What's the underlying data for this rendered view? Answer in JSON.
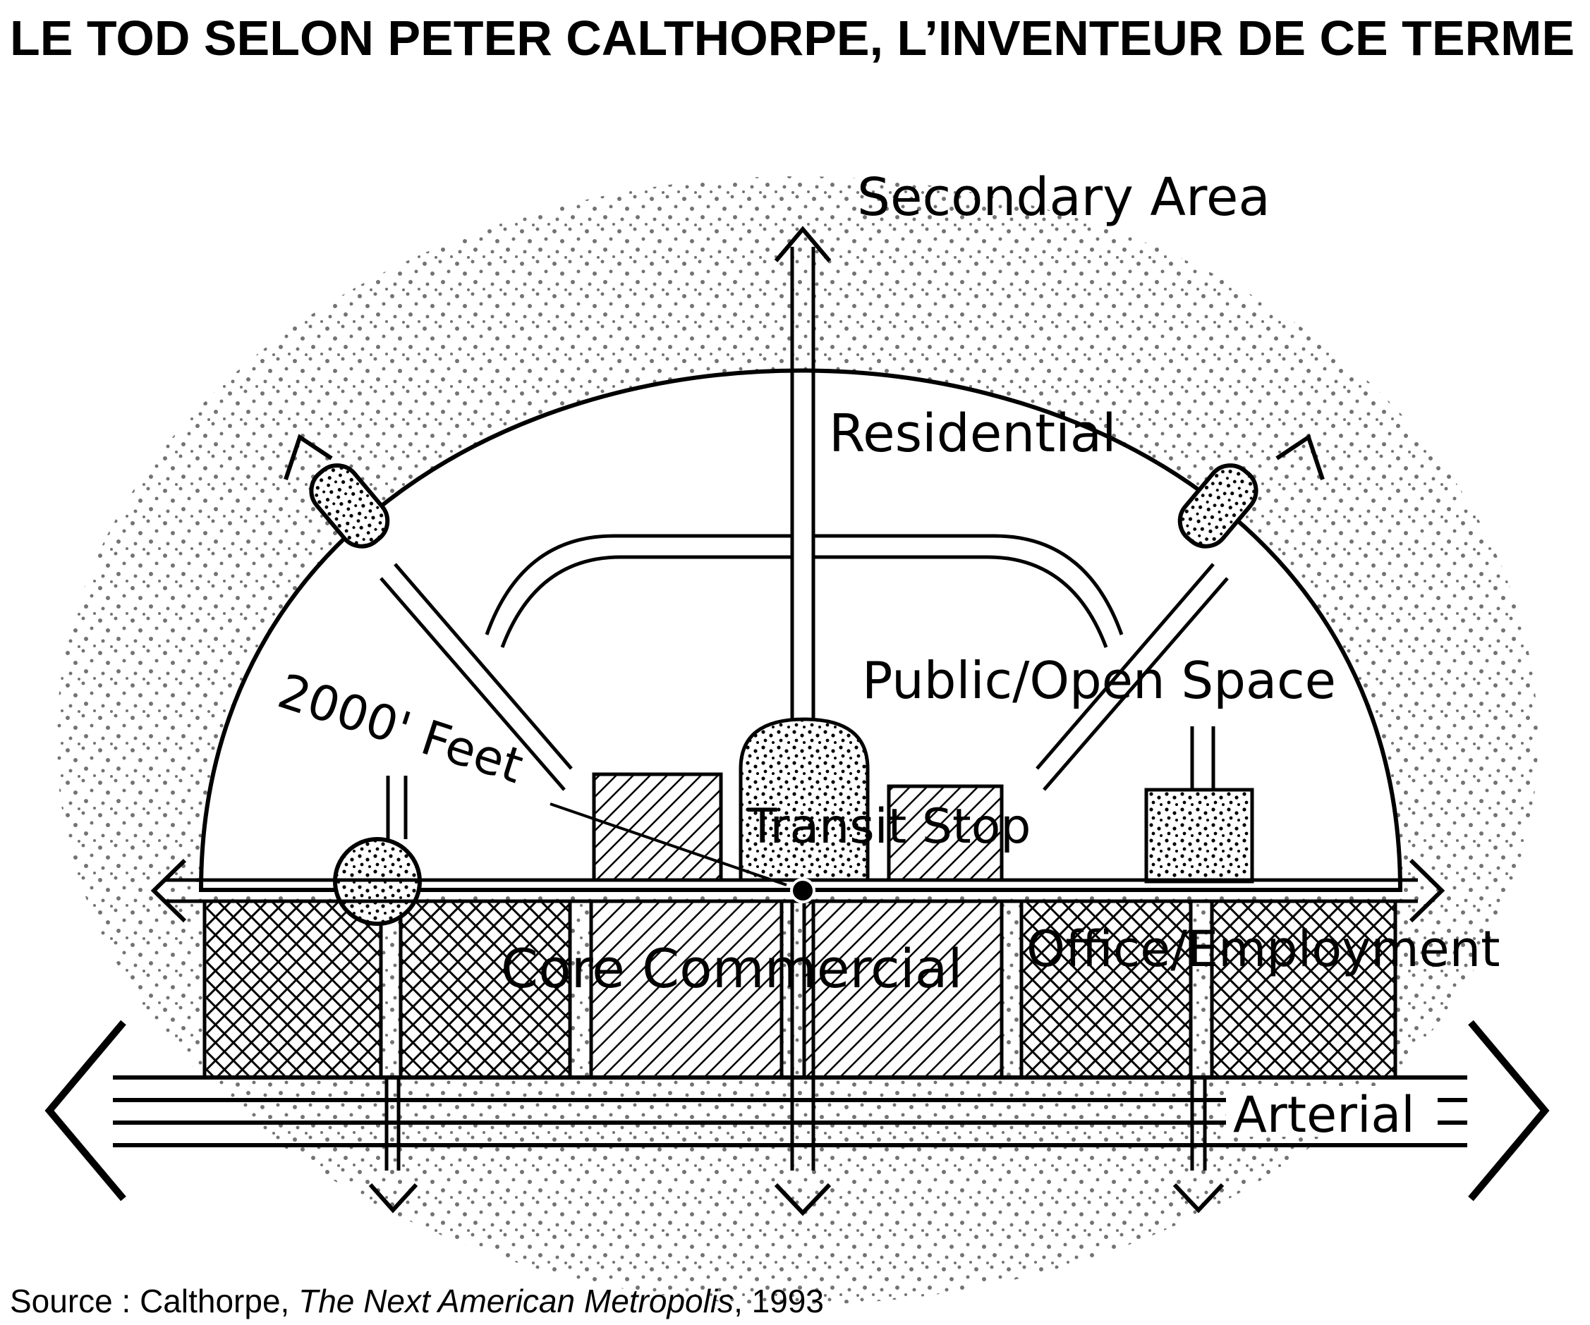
{
  "page": {
    "title": "LE TOD SELON PETER CALTHORPE, L’INVENTEUR DE CE TERME"
  },
  "diagram": {
    "labels": {
      "secondary_area": "Secondary Area",
      "residential": "Residential",
      "public_open_space": "Public/Open Space",
      "distance": "2000' Feet",
      "transit_stop": "Transit Stop",
      "core_commercial": "Core Commercial",
      "office_employment": "Office/Employment",
      "arterial": "Arterial"
    }
  },
  "source": {
    "prefix": "Source : Calthorpe, ",
    "title": "The Next American Metropolis",
    "suffix": ", 1993"
  }
}
